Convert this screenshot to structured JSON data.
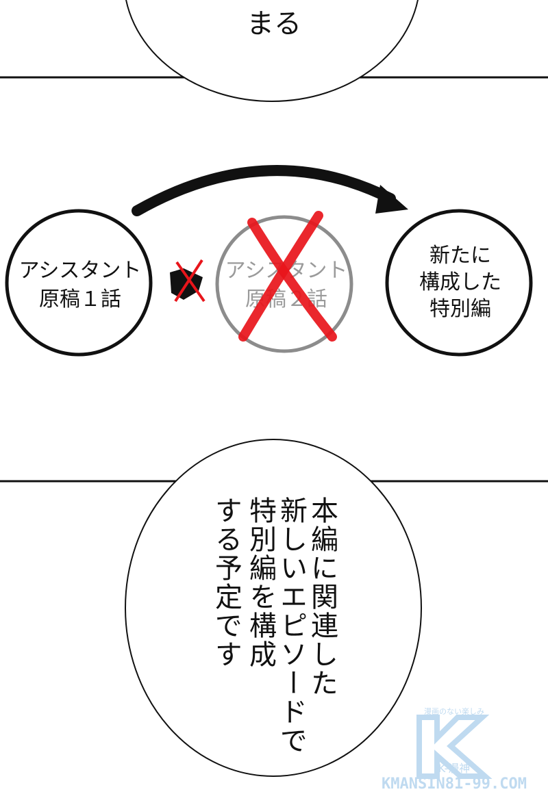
{
  "top_bubble": {
    "text_partial": "まる"
  },
  "diagram": {
    "left_circle": {
      "lines": [
        "アシスタント",
        "原稿１話"
      ]
    },
    "middle_circle": {
      "lines": [
        "アシスタント",
        "原稿２話"
      ],
      "crossed_out": true
    },
    "right_circle": {
      "lines": [
        "新たに",
        "構成した",
        "特別編"
      ]
    },
    "cross_color": "#e8151b",
    "faded_color": "#8c8c8c"
  },
  "bottom_bubble": {
    "columns": [
      "本編に関連した",
      "新しいエピソードで",
      "特別編を構成",
      "する予定です"
    ]
  },
  "watermark": {
    "tagline": "漫画のない楽しみ",
    "logo_letter": "K",
    "brand": "K-漫神",
    "site": "KMANSIN81-99.COM",
    "color": "#b9d7ef"
  }
}
